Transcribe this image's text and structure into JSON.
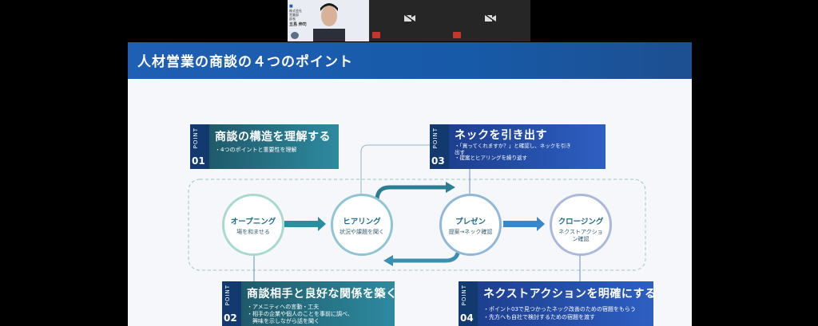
{
  "meeting": {
    "self_name": "五島 伸司",
    "self_card_lines": [
      "株式会社",
      "営業部",
      "部長"
    ],
    "muted_participants": 2
  },
  "slide": {
    "title": "人材営業の商談の４つのポイント",
    "points": [
      {
        "label": "POINT",
        "num": "01",
        "heading": "商談の構造を理解する",
        "lines": [
          "・4つのポイントと重要性を理解"
        ]
      },
      {
        "label": "POINT",
        "num": "02",
        "heading": "商談相手と良好な関係を築く",
        "lines": [
          "・アメニティへの言動・工夫",
          "・相手の企業や個人のことを事前に調べ、",
          "　興味を示しながら話を聞く"
        ]
      },
      {
        "label": "POINT",
        "num": "03",
        "heading": "ネックを引き出す",
        "lines": [
          "・「買ってくれますか？」と確認し、ネックを引き",
          "出す",
          "・提案とヒアリングを繰り返す"
        ]
      },
      {
        "label": "POINT",
        "num": "04",
        "heading": "ネクストアクションを明確にする",
        "lines": [
          "・ポイント03で見つかったネック改善のための宿題をもらう",
          "・先方へも自社で検討するための宿題を渡す"
        ]
      }
    ],
    "stages": [
      {
        "title": "オープニング",
        "sub": "場を和ませる"
      },
      {
        "title": "ヒアリング",
        "sub": "状況や課題を聞く"
      },
      {
        "title": "プレゼン",
        "sub": "提案→ネック確認"
      },
      {
        "title": "クロージング",
        "sub": "ネクストアクション確認"
      }
    ]
  }
}
